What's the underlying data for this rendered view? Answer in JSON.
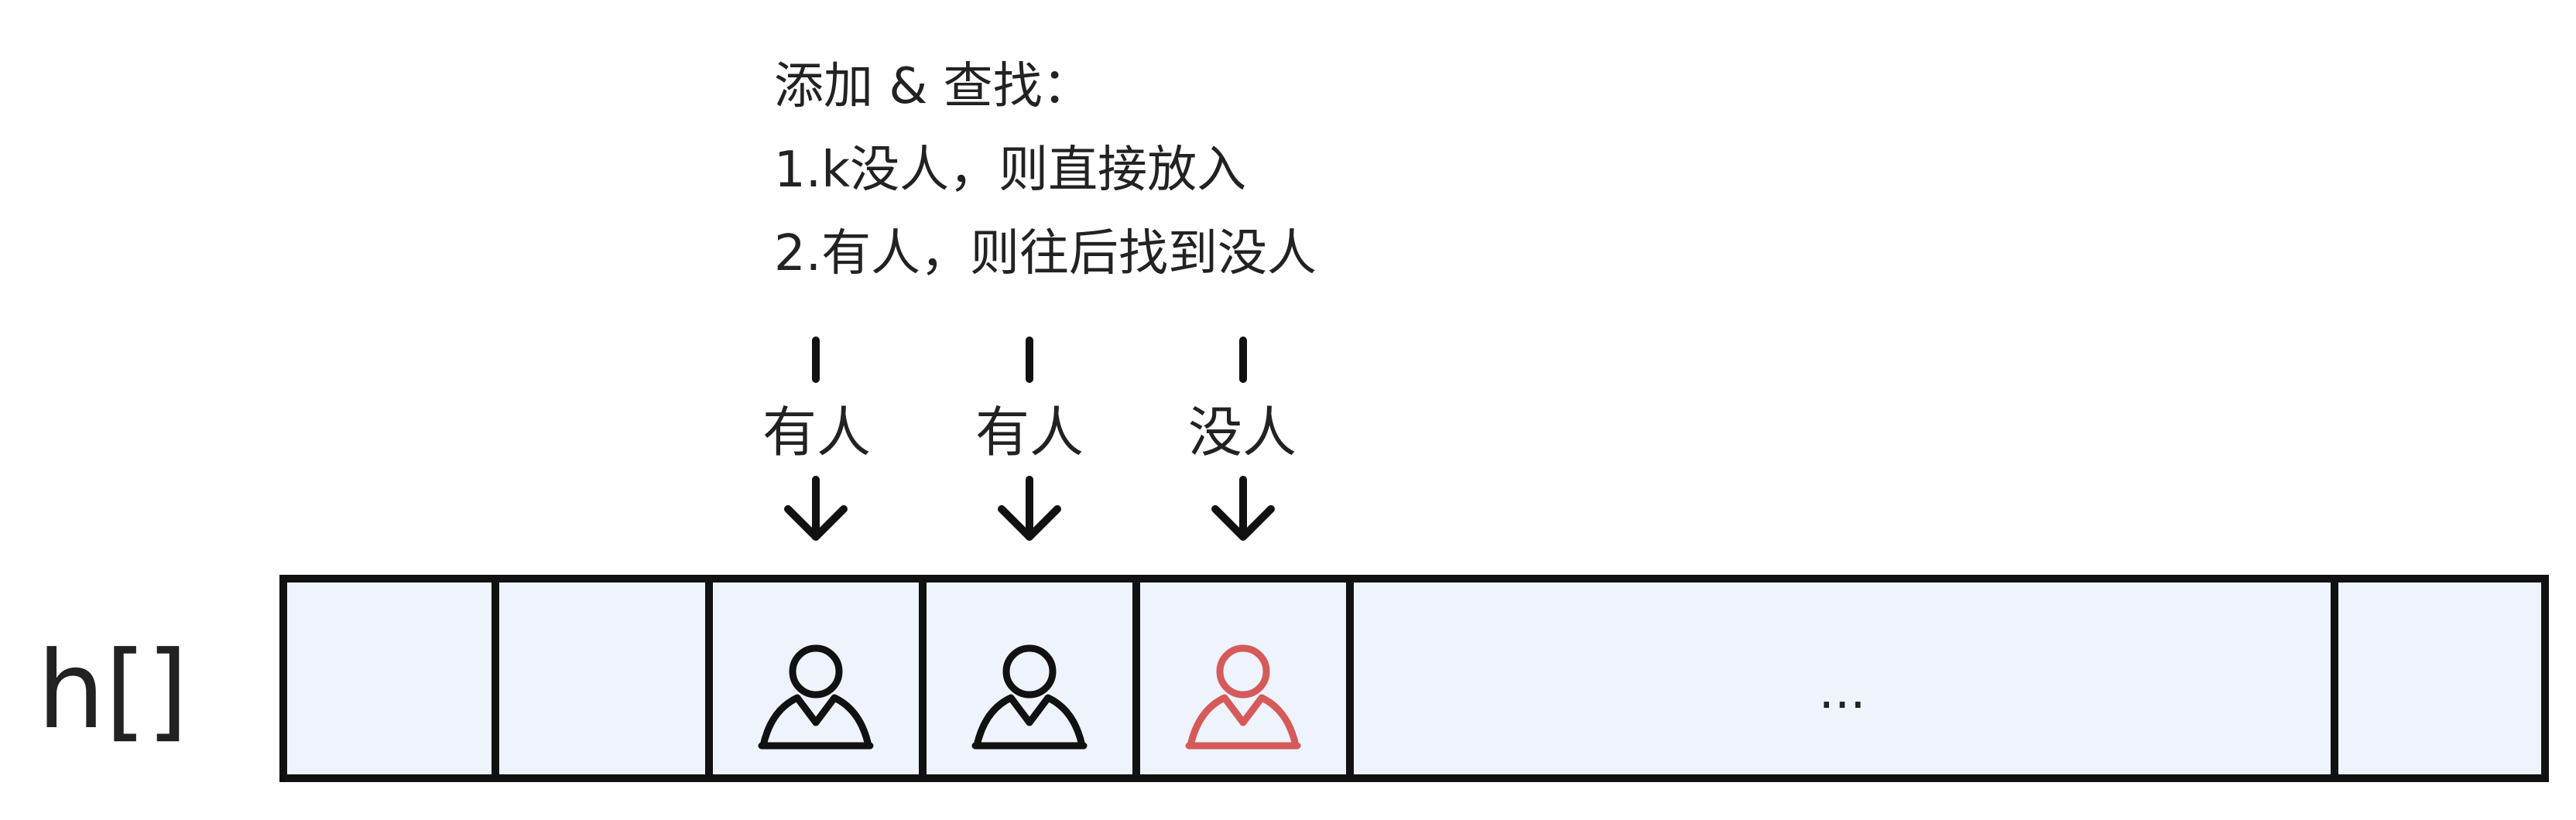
{
  "note": {
    "lines": [
      "添加 & 查找：",
      "1.k没人，则直接放入",
      "2.有人，则往后找到没人"
    ]
  },
  "array_label": "h[]",
  "pointers": [
    {
      "label": "有人"
    },
    {
      "label": "有人"
    },
    {
      "label": "没人"
    }
  ],
  "slots": [
    {
      "occupant": "none"
    },
    {
      "occupant": "none"
    },
    {
      "occupant": "person",
      "color": "#111111"
    },
    {
      "occupant": "person",
      "color": "#111111"
    },
    {
      "occupant": "person",
      "color": "#d65a5a"
    },
    {
      "occupant": "ellipsis",
      "text": "..."
    },
    {
      "occupant": "none"
    }
  ],
  "colors": {
    "cell_fill": "#eef3fc",
    "border": "#111111",
    "arrow": "#111111"
  }
}
